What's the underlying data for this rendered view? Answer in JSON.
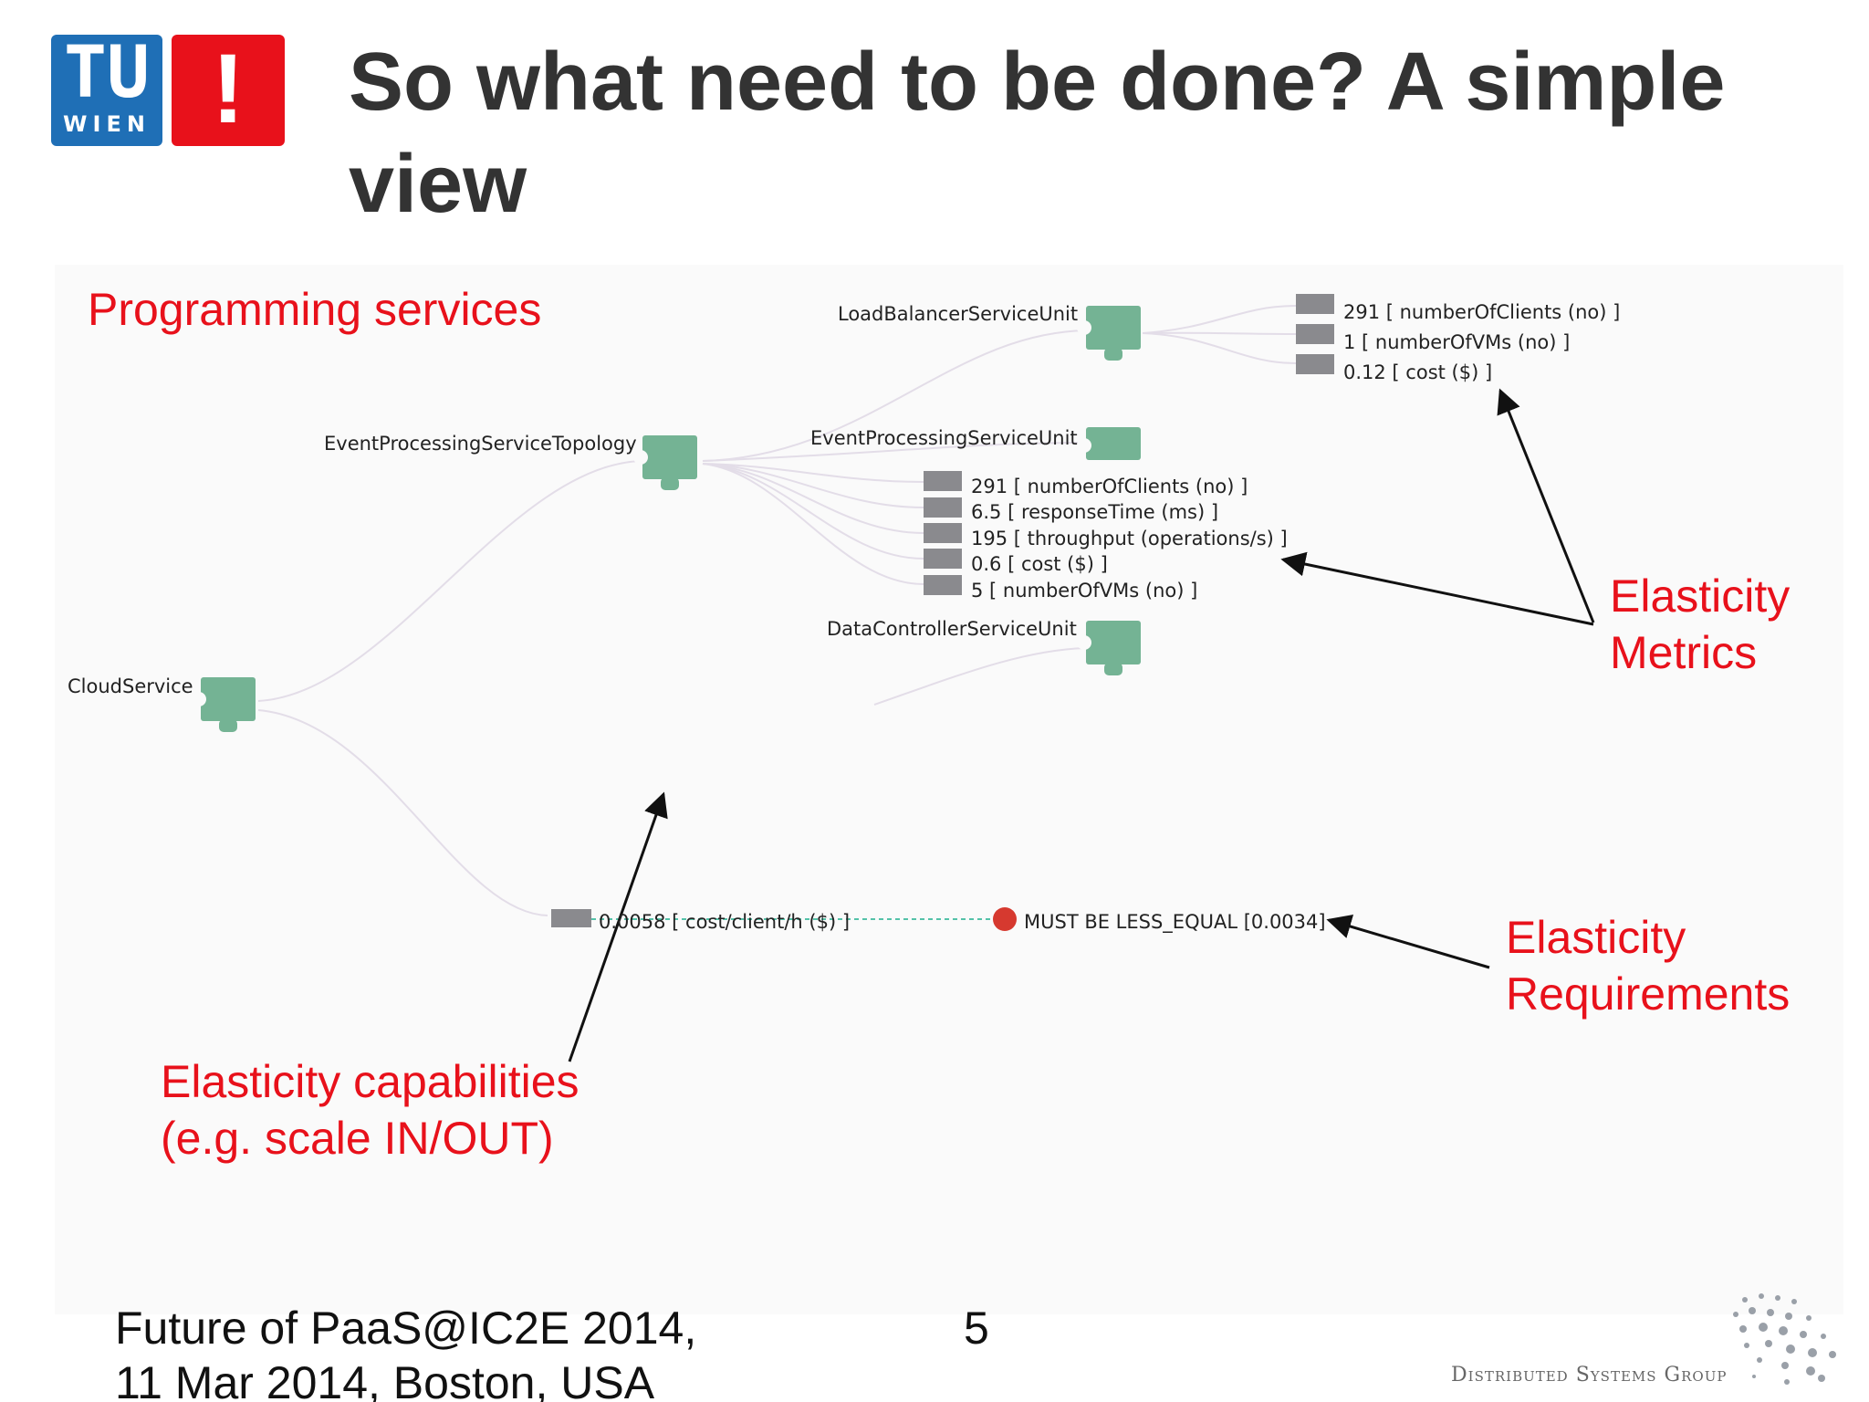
{
  "slide": {
    "title": "So what need to be done? A simple view",
    "logo": {
      "text_top": "TU",
      "text_bottom": "WIEN",
      "exclaim": "!",
      "blue": "#1f6fb6",
      "red": "#e8111b"
    },
    "footer": {
      "line1": "Future of PaaS@IC2E 2014,",
      "line2": "11 Mar 2014, Boston, USA",
      "page": "5",
      "group": "Distributed Systems Group"
    }
  },
  "annotations": {
    "programming_services": "Programming services",
    "elasticity_metrics": [
      "Elasticity",
      "Metrics"
    ],
    "elasticity_requirements": [
      "Elasticity",
      "Requirements"
    ],
    "elasticity_capabilities": [
      "Elasticity capabilities",
      "(e.g. scale IN/OUT)"
    ]
  },
  "diagram": {
    "colors": {
      "node": "#74b394",
      "metric_bar": "#8a8a8e",
      "requirement_dot": "#d6392f",
      "link": "#e0d9e6",
      "dashed": "#54c2a8",
      "annotation": "#e8111b"
    },
    "nodes": {
      "cloud_service": "CloudService",
      "topology": "EventProcessingServiceTopology",
      "load_balancer": "LoadBalancerServiceUnit",
      "event_processing": "EventProcessingServiceUnit",
      "data_controller": "DataControllerServiceUnit"
    },
    "load_balancer_metrics": [
      "291 [ numberOfClients (no) ]",
      "1 [ numberOfVMs (no) ]",
      "0.12 [ cost ($) ]"
    ],
    "topology_metrics": [
      "291 [ numberOfClients (no) ]",
      "6.5 [ responseTime (ms) ]",
      "195 [ throughput (operations/s) ]",
      "0.6 [ cost ($) ]",
      "5 [ numberOfVMs (no) ]"
    ],
    "cloud_metric": "0.0058 [ cost/client/h ($) ]",
    "requirement": "MUST BE LESS_EQUAL [0.0034]"
  }
}
